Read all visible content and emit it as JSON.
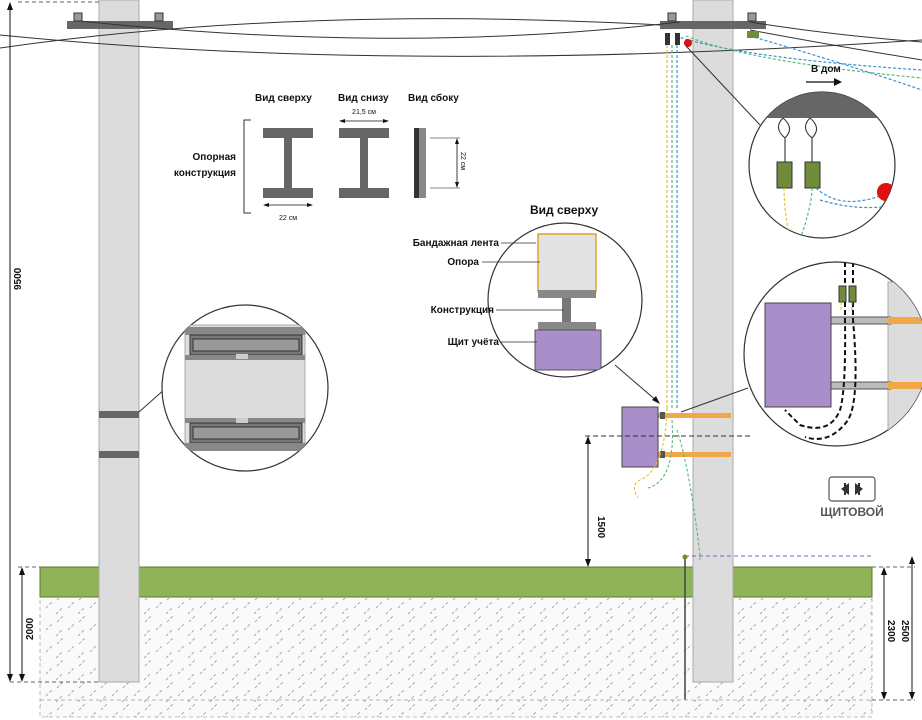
{
  "views": {
    "top": "Вид сверху",
    "bottom": "Вид снизу",
    "side": "Вид сбоку"
  },
  "support_structure": {
    "line1": "Опорная",
    "line2": "конструкция",
    "width_top": "22 см",
    "width_bottom": "21,5 см",
    "height_side": "22 см"
  },
  "top_view_callout": {
    "title": "Вид сверху",
    "labels": [
      "Бандажная лента",
      "Опора",
      "Конструкция",
      "Щит учёта"
    ]
  },
  "to_house": "В дом",
  "dimensions": {
    "pole_height": "9500",
    "ground_left": "2000",
    "meter_height": "1500",
    "ground_right_a": "2500",
    "ground_right_b": "2300"
  },
  "logo": {
    "text": "ЩИТОВОЙ"
  },
  "colors": {
    "pole": "#dcdcdc",
    "grass": "#8fb356",
    "meter": "#a98fc9",
    "bracket": "#f0a848",
    "clamp": "#6e8c3a",
    "fuse": "#e01010",
    "frame": "#777777"
  }
}
